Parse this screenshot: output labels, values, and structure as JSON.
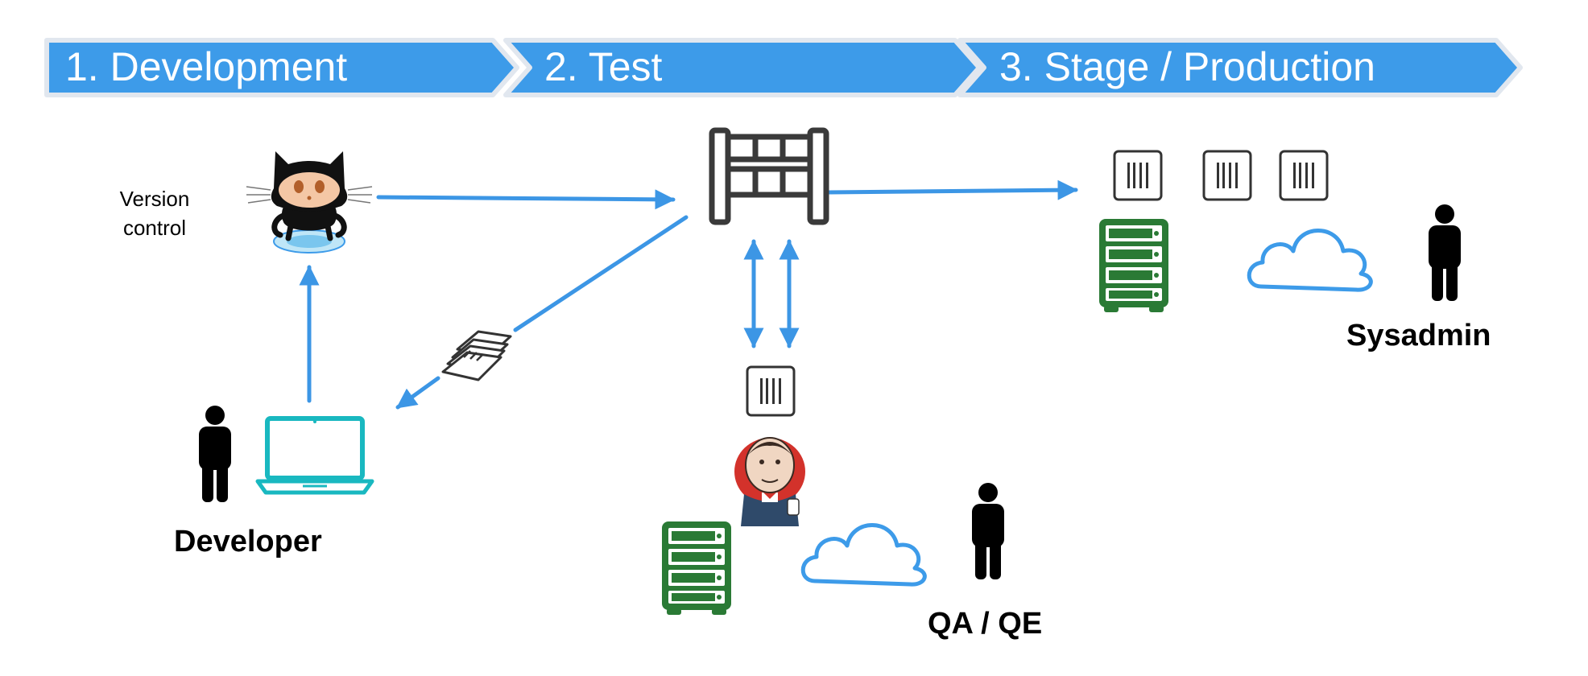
{
  "stages": [
    {
      "label": "1. Development"
    },
    {
      "label": "2. Test"
    },
    {
      "label": "3. Stage / Production"
    }
  ],
  "labels": {
    "version_control_line1": "Version",
    "version_control_line2": "control",
    "developer": "Developer",
    "qa": "QA / QE",
    "sysadmin": "Sysadmin"
  },
  "icons": {
    "github": "github-octocat-icon",
    "build_server": "build-server-rack-icon",
    "jenkins": "jenkins-butler-icon",
    "laptop": "laptop-icon",
    "person": "person-icon",
    "server": "server-icon",
    "cloud": "cloud-icon",
    "container": "container-image-icon",
    "documents": "documents-stack-icon"
  },
  "colors": {
    "banner": "#3d9be9",
    "banner_border": "#e1e7ef",
    "arrow": "#3c96e5",
    "server": "#2a7a35",
    "cloud": "#3d9be9",
    "laptop": "#19b8c0",
    "person": "#000000"
  }
}
